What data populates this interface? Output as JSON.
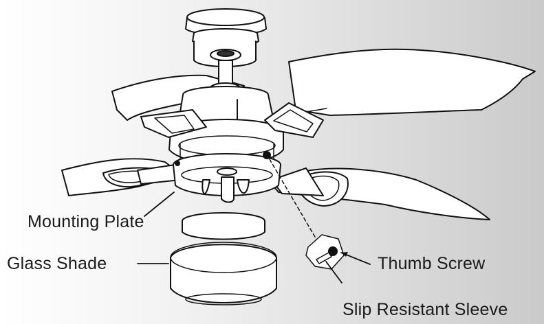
{
  "labels": {
    "mounting_plate": "Mounting Plate",
    "glass_shade": "Glass Shade",
    "thumb_screw": "Thumb Screw",
    "slip_resistant_sleeve": "Slip Resistant Sleeve"
  }
}
